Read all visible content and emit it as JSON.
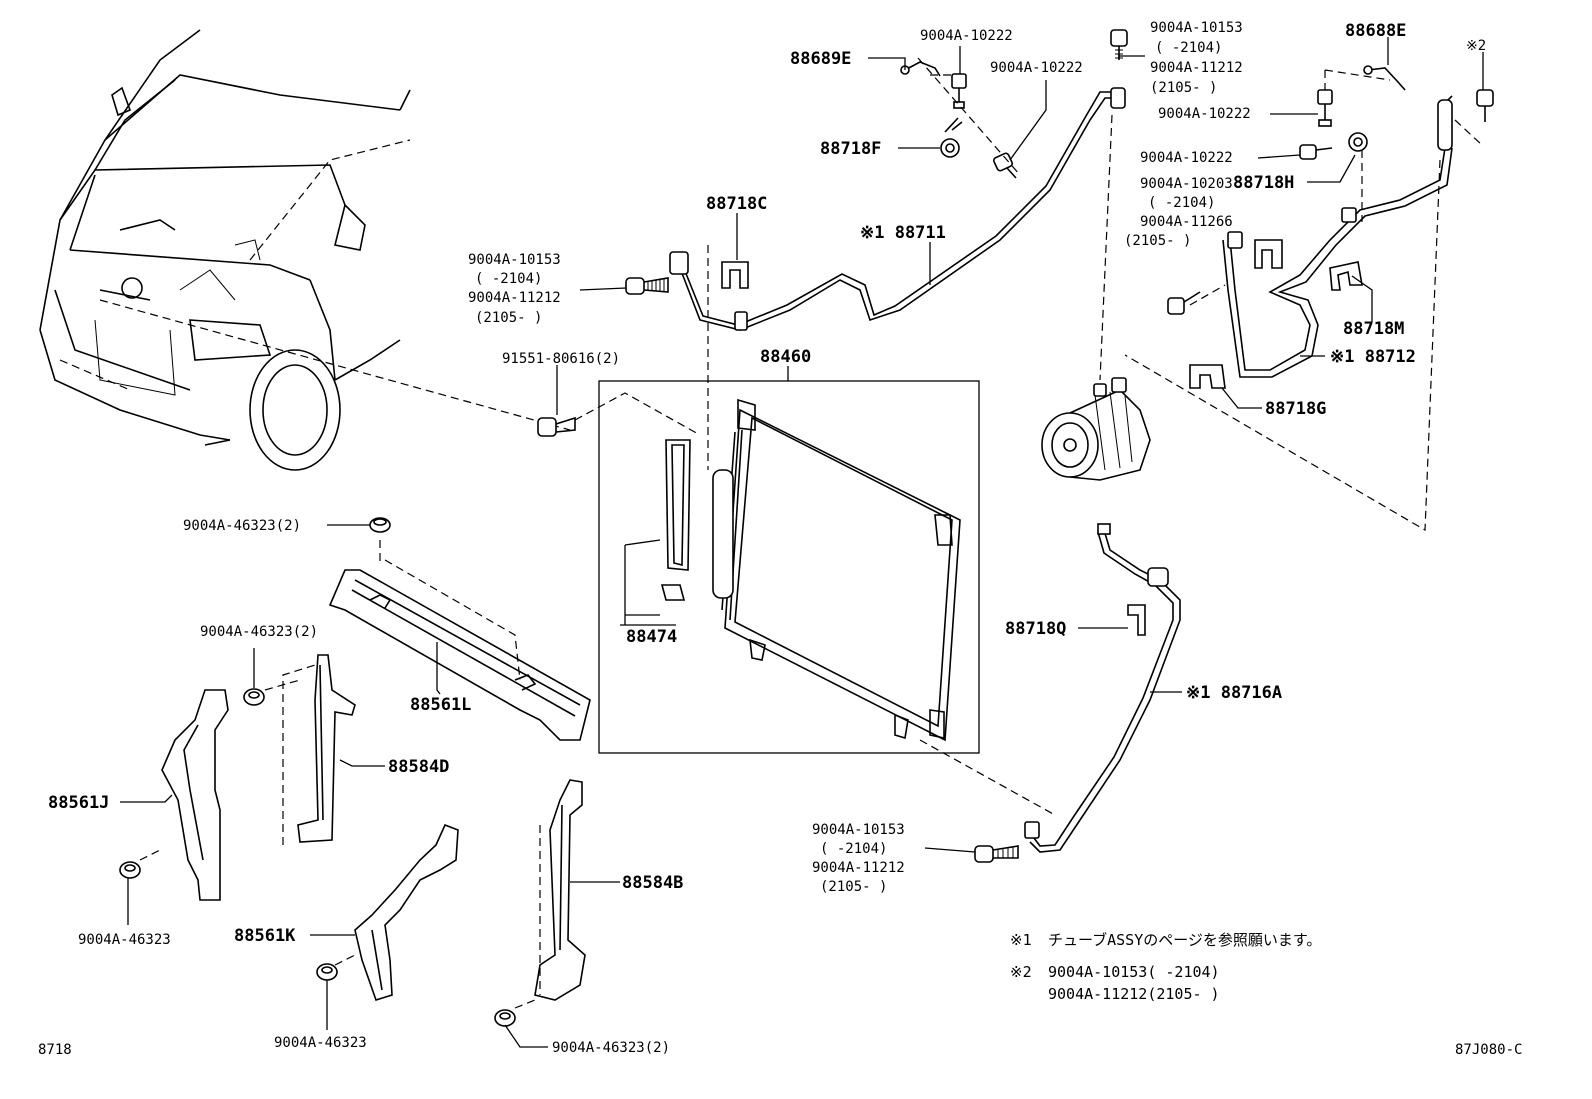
{
  "labels": {
    "p88689E": "88689E",
    "p9004A10222_a": "9004A-10222",
    "p9004A10222_b": "9004A-10222",
    "p9004A10153_top": "9004A-10153",
    "p2104_top": "(      -2104)",
    "p9004A11212_top": "9004A-11212",
    "p2105_top": "(2105-      )",
    "p88688E": "88688E",
    "mark2": "※2",
    "p9004A10222_c": "9004A-10222",
    "p9004A10222_d": "9004A-10222",
    "p88718F": "88718F",
    "p9004A10203": "9004A-10203",
    "p2104_mid": "(      -2104)",
    "p88718H": "88718H",
    "p9004A11266": "9004A-11266",
    "p2105_mid": "(2105-      )",
    "p88718C": "88718C",
    "p88711": "※1 88711",
    "p9004A10153_left": "9004A-10153",
    "p2104_left": "(      -2104)",
    "p9004A11212_left": "9004A-11212",
    "p2105_left": "(2105-      )",
    "p88718M": "88718M",
    "p88712": "※1 88712",
    "p88460": "88460",
    "p91551": "91551-80616(2)",
    "p88718G": "88718G",
    "p9004A46323_2a": "9004A-46323(2)",
    "p88474": "88474",
    "p9004A46323_2b": "9004A-46323(2)",
    "p88718Q": "88718Q",
    "p88561L": "88561L",
    "p88716A": "※1 88716A",
    "p88584D": "88584D",
    "p88561J": "88561J",
    "p9004A10153_bot": "9004A-10153",
    "p2104_bot": "(      -2104)",
    "p9004A11212_bot": "9004A-11212",
    "p2105_bot": "(2105-      )",
    "p88584B": "88584B",
    "p9004A46323_a": "9004A-46323",
    "p88561K": "88561K",
    "p9004A46323_b": "9004A-46323",
    "p9004A46323_2c": "9004A-46323(2)"
  },
  "notes": {
    "n1_mark": "※1",
    "n1_text": "チューブASSYのページを参照願います。",
    "n2_mark": "※2",
    "n2_line1": "9004A-10153(      -2104)",
    "n2_line2": "9004A-11212(2105-      )"
  },
  "footer": {
    "left_code": "8718",
    "right_code": "87J080-C"
  }
}
